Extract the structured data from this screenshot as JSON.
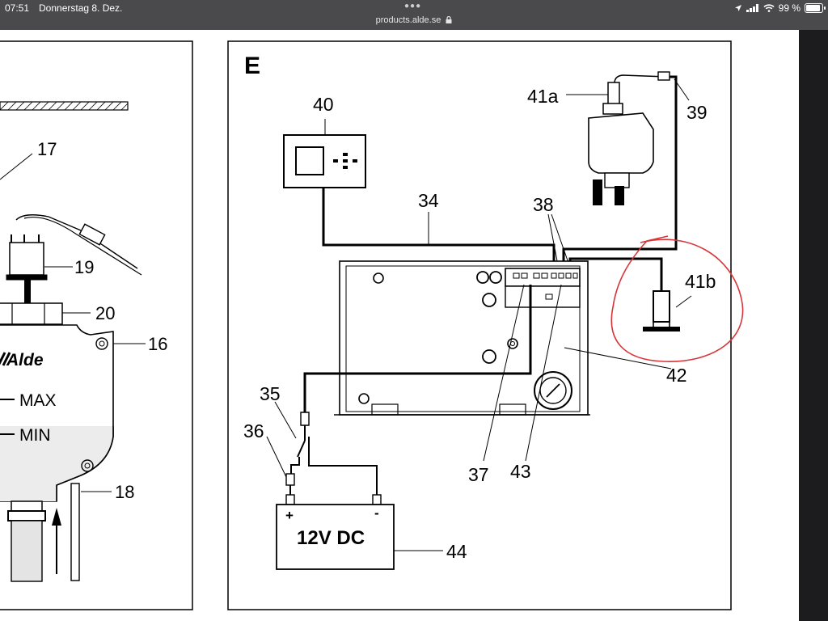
{
  "status_bar": {
    "time": "07:51",
    "date": "Donnerstag 8. Dez.",
    "url": "products.alde.se",
    "battery": "99 %",
    "battery_level": 0.99
  },
  "diagram": {
    "left_panel": {
      "labels": [
        "17",
        "19",
        "20",
        "16",
        "18"
      ],
      "brand": "Alde",
      "max": "MAX",
      "min": "MIN"
    },
    "right_panel": {
      "letter": "E",
      "labels": [
        "40",
        "41a",
        "39",
        "34",
        "38",
        "41b",
        "42",
        "35",
        "36",
        "37",
        "43",
        "44"
      ],
      "battery_text": "12V DC",
      "plus": "+",
      "minus": "-"
    }
  }
}
